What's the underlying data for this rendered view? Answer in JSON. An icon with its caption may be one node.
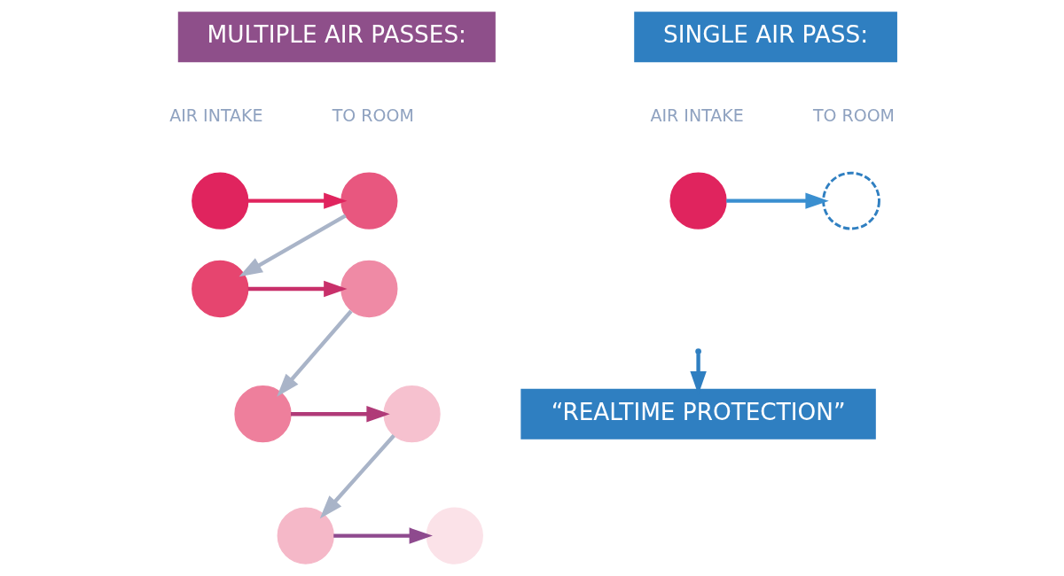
{
  "diagram": {
    "nodes": [
      {
        "text": [
          "MULTIPLE AIR PASSES:"
        ]
      },
      {
        "text": [
          "SINGLE AIR PASS:"
        ]
      },
      {
        "text": [],
        "shape": "circle"
      },
      {
        "text": [],
        "shape": "circle"
      },
      {
        "text": [],
        "shape": "circle"
      },
      {
        "text": [],
        "shape": "circle"
      },
      {
        "text": [],
        "shape": "circle"
      },
      {
        "text": [],
        "shape": "circle"
      },
      {
        "text": [],
        "shape": "circle"
      },
      {
        "text": [],
        "shape": "circle"
      },
      {
        "text": [],
        "shape": "circle"
      },
      {
        "text": [],
        "shape": "circle"
      },
      {
        "text": [
          "“REALTIME PROTECTION”"
        ]
      }
    ],
    "edges": [
      {
        "from": 2,
        "to": 3,
        "arrow": "to",
        "color": "#e0245e"
      },
      {
        "from": 4,
        "to": 5,
        "arrow": "to",
        "color": "#3a8fd0"
      },
      {
        "from": 3,
        "to": 6,
        "arrow": "to",
        "color": "#a9b4c8"
      },
      {
        "from": 6,
        "to": 7,
        "arrow": "to",
        "color": "#c8306a"
      },
      {
        "from": 7,
        "to": 8,
        "arrow": "to",
        "color": "#a9b4c8"
      },
      {
        "from": 8,
        "to": 9,
        "arrow": "to",
        "color": "#b03a78"
      },
      {
        "from": 9,
        "to": 10,
        "arrow": "to",
        "color": "#a9b4c8"
      },
      {
        "from": 10,
        "to": 11,
        "arrow": "to",
        "color": "#8e4a8e"
      },
      {
        "from": null,
        "to": 12,
        "arrow": "to",
        "color": "#2f7fc1"
      }
    ],
    "labels": [
      "AIR INTAKE",
      "TO ROOM",
      "AIR INTAKE",
      "TO ROOM"
    ]
  }
}
